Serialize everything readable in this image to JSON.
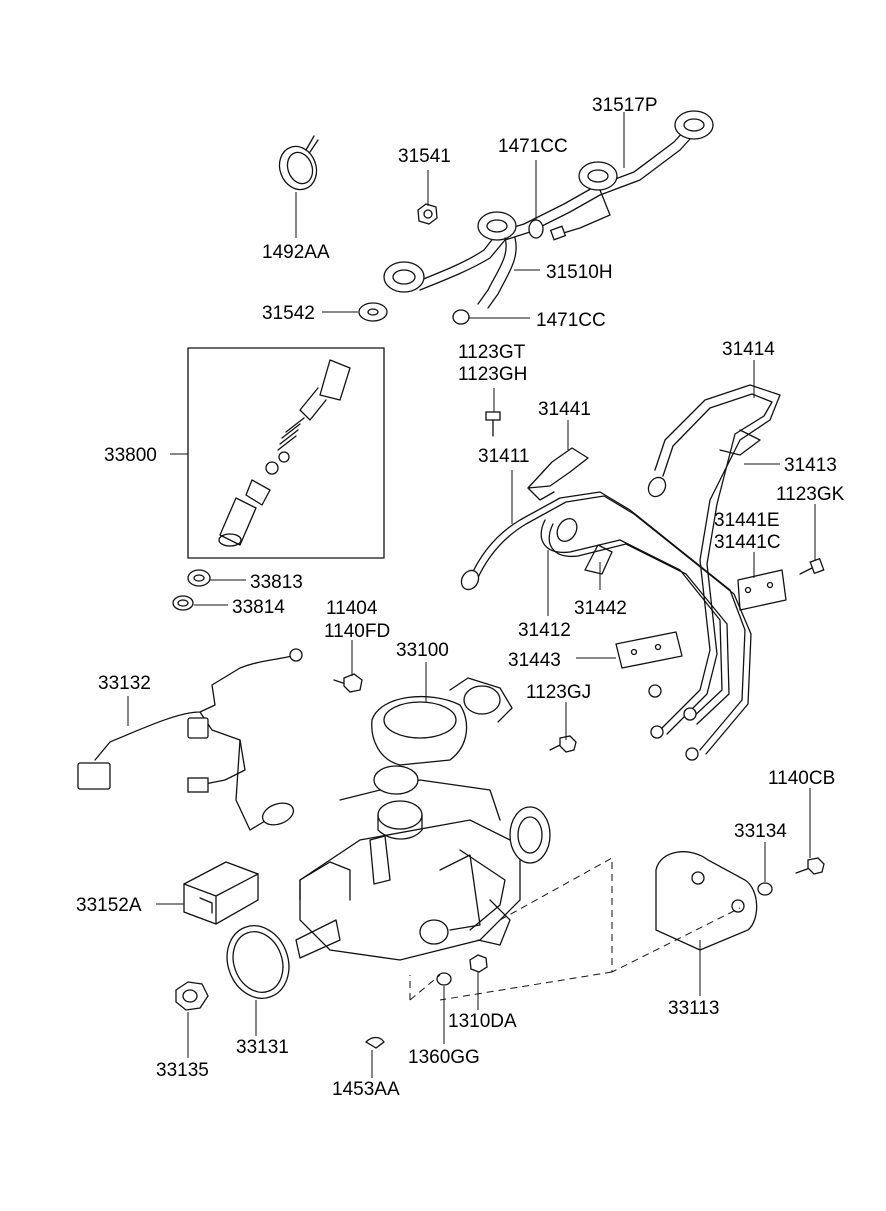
{
  "diagram": {
    "parts": [
      {
        "id": "p_31517P",
        "label": "31517P"
      },
      {
        "id": "p_31541",
        "label": "31541"
      },
      {
        "id": "p_1471CC_top",
        "label": "1471CC"
      },
      {
        "id": "p_1492AA",
        "label": "1492AA"
      },
      {
        "id": "p_31510H",
        "label": "31510H"
      },
      {
        "id": "p_31542",
        "label": "31542"
      },
      {
        "id": "p_1471CC_bot",
        "label": "1471CC"
      },
      {
        "id": "p_1123GT",
        "label": "1123GT"
      },
      {
        "id": "p_1123GH",
        "label": "1123GH"
      },
      {
        "id": "p_31414",
        "label": "31414"
      },
      {
        "id": "p_31441",
        "label": "31441"
      },
      {
        "id": "p_33800",
        "label": "33800"
      },
      {
        "id": "p_31411",
        "label": "31411"
      },
      {
        "id": "p_31413",
        "label": "31413"
      },
      {
        "id": "p_1123GK",
        "label": "1123GK"
      },
      {
        "id": "p_31441E",
        "label": "31441E"
      },
      {
        "id": "p_31441C",
        "label": "31441C"
      },
      {
        "id": "p_33813",
        "label": "33813"
      },
      {
        "id": "p_33814",
        "label": "33814"
      },
      {
        "id": "p_31442",
        "label": "31442"
      },
      {
        "id": "p_11404",
        "label": "11404"
      },
      {
        "id": "p_1140FD",
        "label": "1140FD"
      },
      {
        "id": "p_31412",
        "label": "31412"
      },
      {
        "id": "p_33100",
        "label": "33100"
      },
      {
        "id": "p_31443",
        "label": "31443"
      },
      {
        "id": "p_33132",
        "label": "33132"
      },
      {
        "id": "p_1123GJ",
        "label": "1123GJ"
      },
      {
        "id": "p_1140CB",
        "label": "1140CB"
      },
      {
        "id": "p_33134",
        "label": "33134"
      },
      {
        "id": "p_33152A",
        "label": "33152A"
      },
      {
        "id": "p_33113",
        "label": "33113"
      },
      {
        "id": "p_1310DA",
        "label": "1310DA"
      },
      {
        "id": "p_33131",
        "label": "33131"
      },
      {
        "id": "p_33135",
        "label": "33135"
      },
      {
        "id": "p_1360GG",
        "label": "1360GG"
      },
      {
        "id": "p_1453AA",
        "label": "1453AA"
      }
    ]
  }
}
